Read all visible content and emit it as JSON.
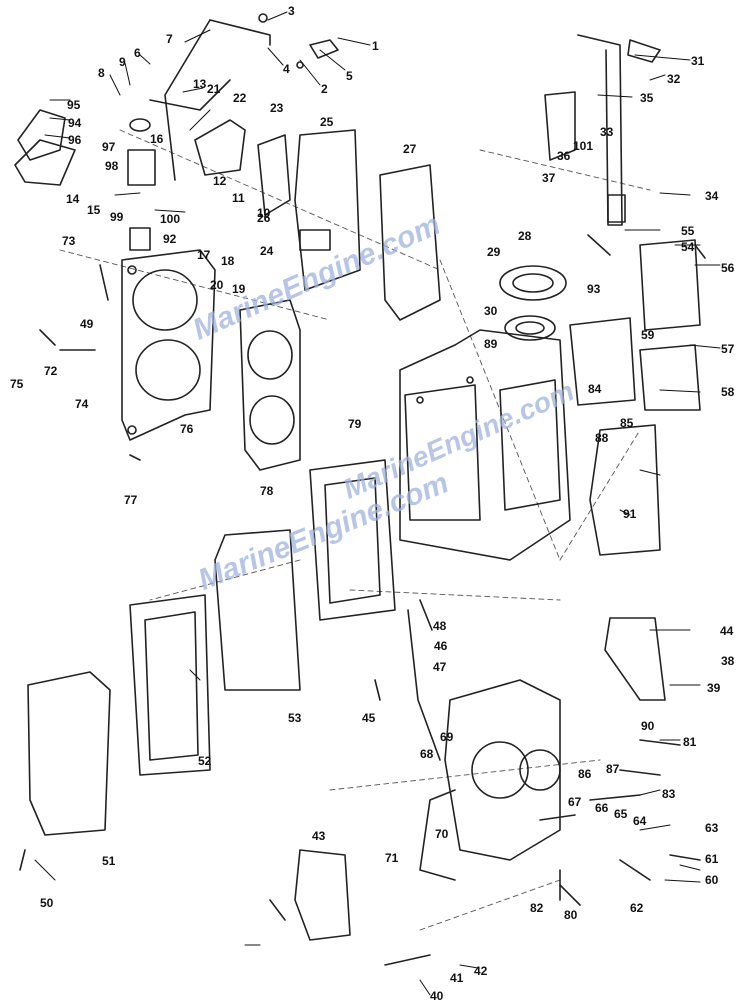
{
  "watermark": "MarineEngine.com",
  "labels": [
    "1",
    "2",
    "3",
    "4",
    "5",
    "6",
    "7",
    "8",
    "9",
    "10",
    "11",
    "12",
    "13",
    "14",
    "15",
    "16",
    "17",
    "18",
    "19",
    "20",
    "21",
    "22",
    "23",
    "24",
    "25",
    "26",
    "27",
    "28",
    "29",
    "30",
    "31",
    "32",
    "33",
    "34",
    "35",
    "36",
    "37",
    "38",
    "39",
    "40",
    "41",
    "42",
    "43",
    "44",
    "45",
    "46",
    "47",
    "48",
    "49",
    "50",
    "51",
    "52",
    "53",
    "54",
    "55",
    "56",
    "57",
    "58",
    "59",
    "60",
    "61",
    "62",
    "63",
    "64",
    "65",
    "66",
    "67",
    "68",
    "69",
    "70",
    "71",
    "72",
    "73",
    "74",
    "75",
    "76",
    "77",
    "78",
    "79",
    "80",
    "81",
    "82",
    "83",
    "84",
    "85",
    "86",
    "87",
    "88",
    "89",
    "90",
    "91",
    "92",
    "93",
    "94",
    "95",
    "96",
    "97",
    "98",
    "99",
    "100",
    "101"
  ]
}
